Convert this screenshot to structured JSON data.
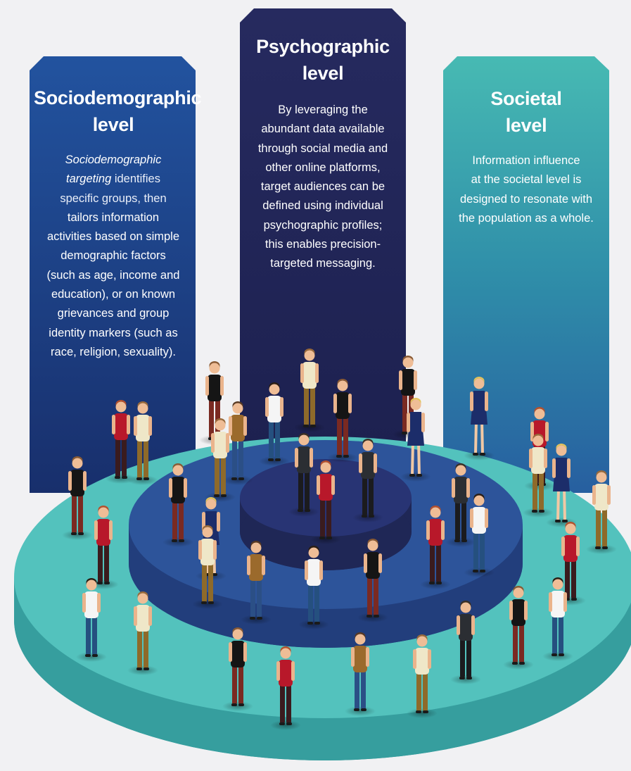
{
  "panels": {
    "sociodemographic": {
      "title_line1": "Sociodemographic",
      "title_line2": "level",
      "body_lead_italic": "Sociodemographic",
      "body_lead_italic2": "targeting",
      "body_lead_rest": " identifies",
      "body_line2": "specific groups, then",
      "body_lines": [
        "tailors information",
        "activities based on simple",
        "demographic factors",
        "(such as age, income and",
        "education), or on known",
        "grievances and group",
        "identity markers (such as",
        "race, religion, sexuality)."
      ],
      "color": "#1f4f9a"
    },
    "psychographic": {
      "title_line1": "Psychographic",
      "title_line2": "level",
      "body_lines": [
        "By leveraging the",
        "abundant data available",
        "through social media and",
        "other online platforms,",
        "target audiences can be",
        "defined using individual",
        "psychographic profiles;",
        "this enables precision-",
        "targeted messaging."
      ],
      "color": "#252a5e"
    },
    "societal": {
      "title_line1": "Societal",
      "title_line2": "level",
      "body_lines": [
        "Information influence",
        "at the societal level is",
        "designed to resonate with",
        "the population as a whole."
      ],
      "color": "#43b7b2"
    }
  },
  "people_icon": "person-figure-icon",
  "colors": {
    "outer_ring": "#52c0bb",
    "middle_ring": "#2b4f95",
    "inner_disc": "#252f6c",
    "background": "#f1f1f3"
  }
}
